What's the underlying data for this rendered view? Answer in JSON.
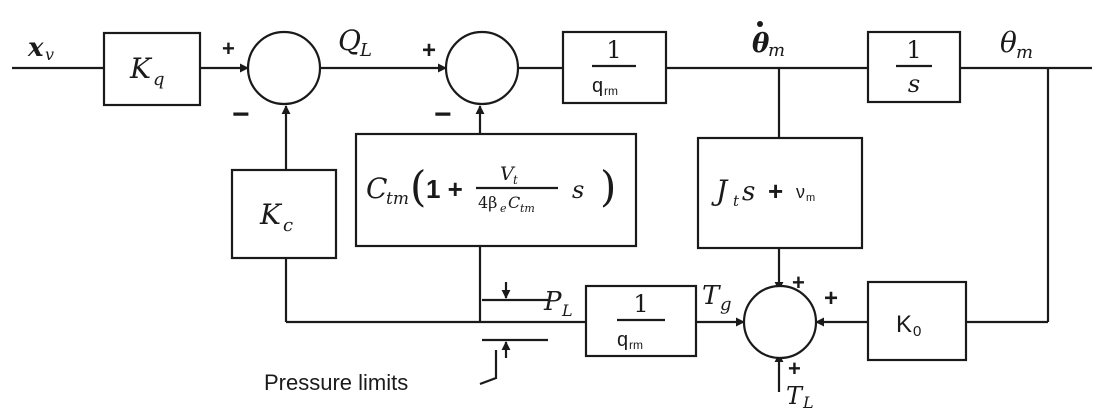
{
  "signals": {
    "input": "x",
    "input_sub": "v",
    "flow": "Q",
    "flow_sub": "L",
    "velocity": "θ",
    "velocity_sub": "m",
    "position": "θ",
    "position_sub": "m",
    "pressure": "P",
    "pressure_sub": "L",
    "torque": "T",
    "torque_sub": "g",
    "load_torque": "T",
    "load_torque_sub": "L"
  },
  "blocks": {
    "kq": {
      "main": "K",
      "sub": "q"
    },
    "kc": {
      "main": "K",
      "sub": "c"
    },
    "inertia_gain": {
      "num": "1",
      "den": "q",
      "den_sub": "rm"
    },
    "integrator": {
      "num": "1",
      "den": "s"
    },
    "leakage": {
      "c": "C",
      "c_sub": "tm",
      "lparen": "(",
      "one_plus": "1 +",
      "frac_num": "V",
      "frac_num_sub": "t",
      "frac_den": "4β",
      "frac_den_sub1": "e",
      "frac_den_c": "C",
      "frac_den_sub2": "tm",
      "s": "s",
      "rparen": ")"
    },
    "damping": {
      "j": "J",
      "j_sub": "t",
      "s": "s",
      "plus": "+",
      "nu": "ν",
      "nu_sub": "m"
    },
    "torque_gain": {
      "num": "1",
      "den": "q",
      "den_sub": "rm"
    },
    "k0": {
      "main": "K",
      "sub": "0"
    }
  },
  "signs": {
    "sum1_left": "+",
    "sum1_bottom": "−",
    "sum2_left": "+",
    "sum2_bottom": "−",
    "sum3_top": "+",
    "sum3_right": "+",
    "sum3_bottom": "+"
  },
  "annotations": {
    "pressure_limits": "Pressure limits"
  }
}
